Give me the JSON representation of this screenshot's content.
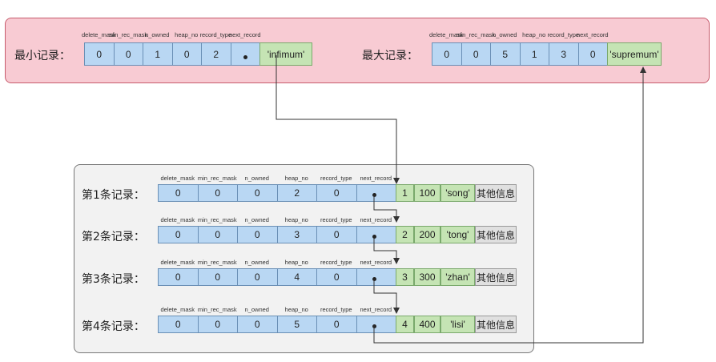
{
  "header_fields": [
    "delete_mask",
    "min_rec_mask",
    "n_owned",
    "heap_no",
    "record_type",
    "next_record"
  ],
  "infimum": {
    "label": "最小记录：",
    "values": [
      "0",
      "0",
      "1",
      "0",
      "2",
      ""
    ],
    "data": "'infimum'"
  },
  "supremum": {
    "label": "最大记录：",
    "values": [
      "0",
      "0",
      "5",
      "1",
      "3",
      "0"
    ],
    "data": "'supremum'"
  },
  "records": [
    {
      "label": "第1条记录：",
      "values": [
        "0",
        "0",
        "0",
        "2",
        "0",
        ""
      ],
      "id": "1",
      "score": "100",
      "name": "'song'",
      "other": "其他信息"
    },
    {
      "label": "第2条记录：",
      "values": [
        "0",
        "0",
        "0",
        "3",
        "0",
        ""
      ],
      "id": "2",
      "score": "200",
      "name": "'tong'",
      "other": "其他信息"
    },
    {
      "label": "第3条记录：",
      "values": [
        "0",
        "0",
        "0",
        "4",
        "0",
        ""
      ],
      "id": "3",
      "score": "300",
      "name": "'zhan'",
      "other": "其他信息"
    },
    {
      "label": "第4条记录：",
      "values": [
        "0",
        "0",
        "0",
        "5",
        "0",
        ""
      ],
      "id": "4",
      "score": "400",
      "name": "'lisi'",
      "other": "其他信息"
    }
  ]
}
